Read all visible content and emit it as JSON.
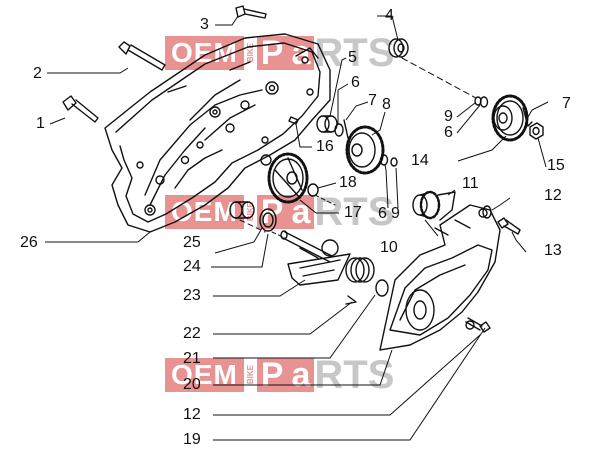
{
  "watermark": {
    "oem": "OEM",
    "bike": "BIKE",
    "p": "P",
    "a": "a",
    "rts": "RTS"
  },
  "callouts": {
    "c1": "1",
    "c2": "2",
    "c3": "3",
    "c4": "4",
    "c5": "5",
    "c6a": "6",
    "c6b": "6",
    "c6c": "6",
    "c7a": "7",
    "c7b": "7",
    "c8": "8",
    "c9a": "9",
    "c9b": "9",
    "c10": "10",
    "c11": "11",
    "c12a": "12",
    "c12b": "12",
    "c13": "13",
    "c14": "14",
    "c15": "15",
    "c16": "16",
    "c17": "17",
    "c18": "18",
    "c19": "19",
    "c20": "20",
    "c21": "21",
    "c22": "22",
    "c23": "23",
    "c24": "24",
    "c25": "25",
    "c26": "26"
  },
  "colors": {
    "line": "#111111",
    "watermark_red": "#d63a3a",
    "watermark_grey": "#9a9a9a"
  }
}
